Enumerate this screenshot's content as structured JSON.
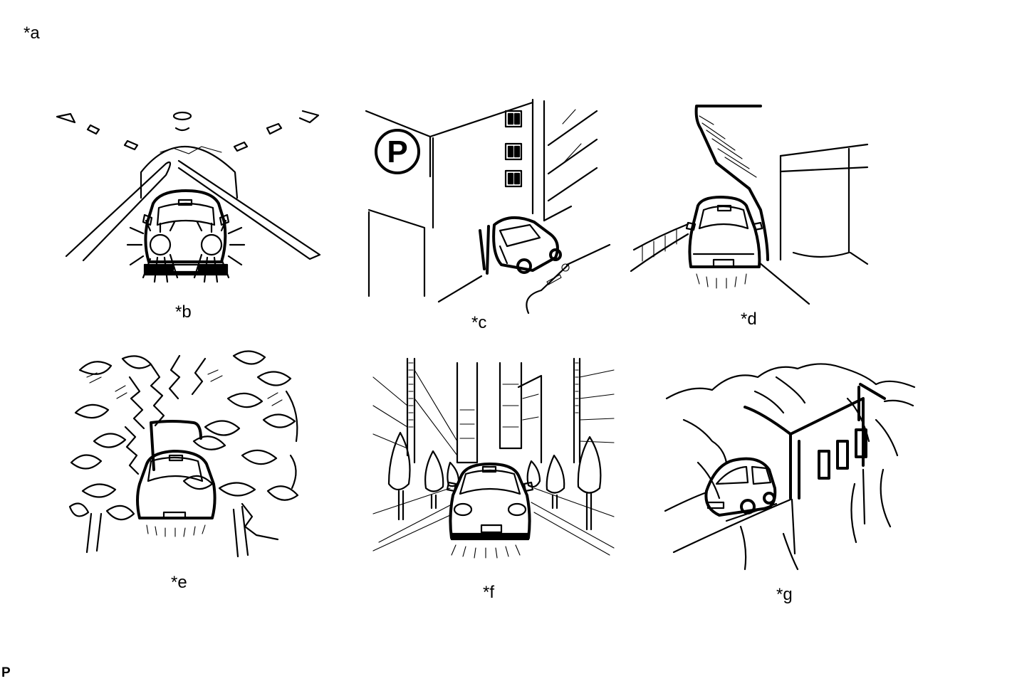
{
  "figure_label": "*a",
  "footer_mark": "P",
  "panels": [
    {
      "label": "*b"
    },
    {
      "label": "*c",
      "sign_letter": "P"
    },
    {
      "label": "*d"
    },
    {
      "label": "*e"
    },
    {
      "label": "*f"
    },
    {
      "label": "*g"
    }
  ]
}
